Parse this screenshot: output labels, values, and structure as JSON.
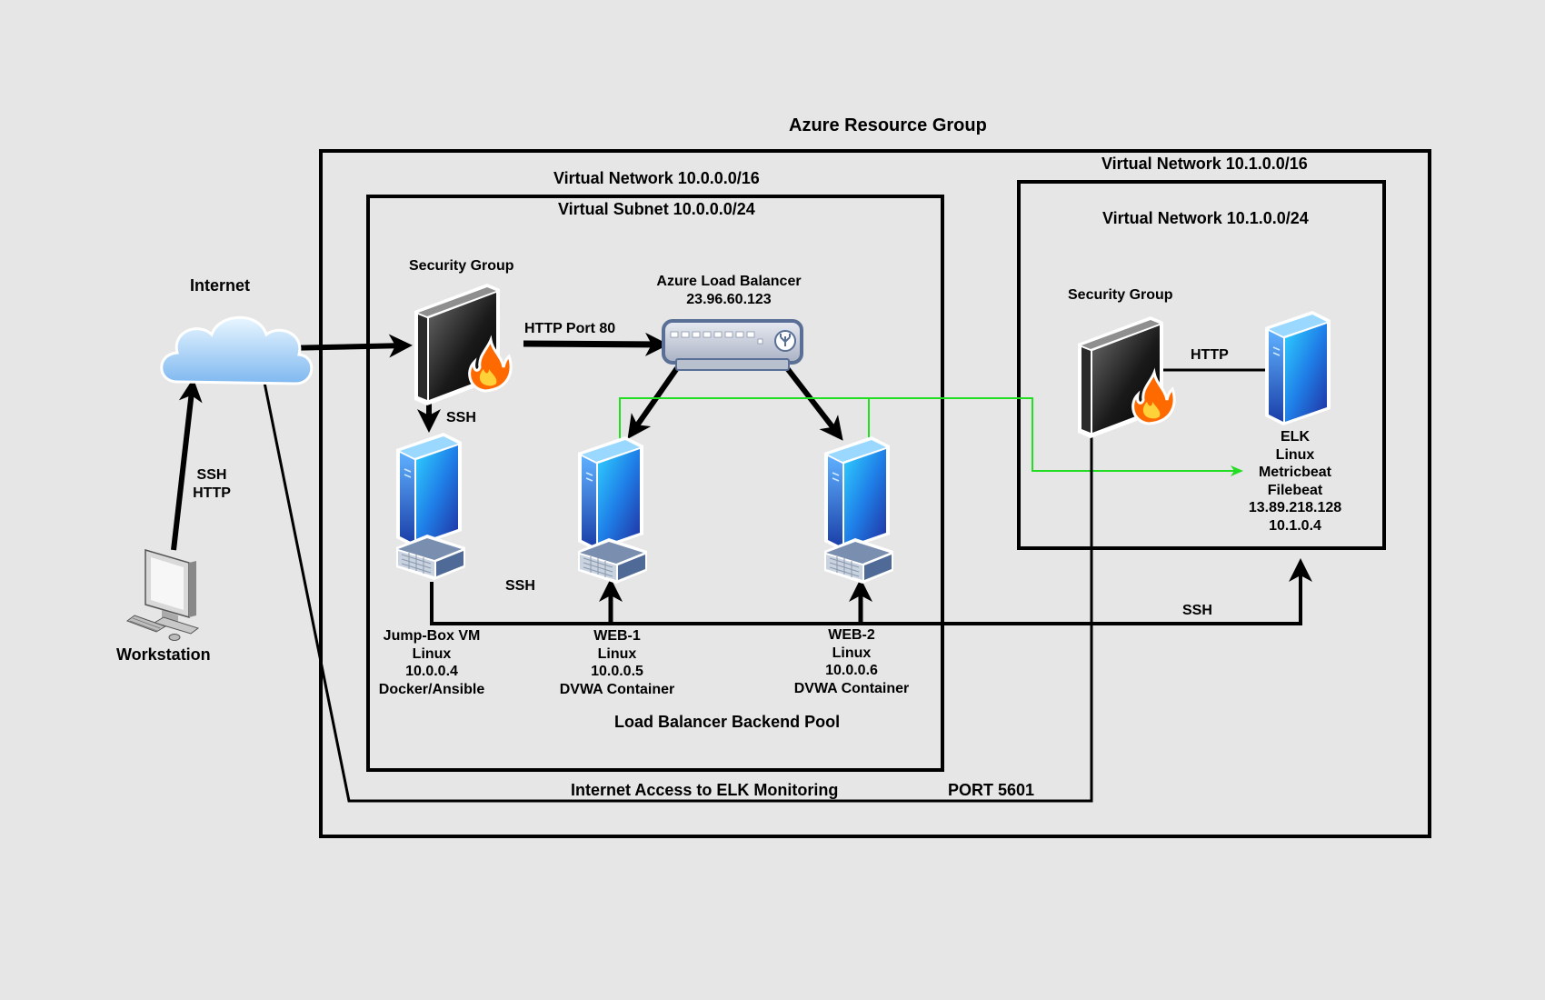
{
  "labels": {
    "resource_group": "Azure Resource Group",
    "vnet_left": "Virtual Network 10.0.0.0/16",
    "subnet_left": "Virtual Subnet 10.0.0.0/24",
    "vnet_right_outer": "Virtual Network 10.1.0.0/16",
    "vnet_right_inner": "Virtual Network 10.1.0.0/24",
    "internet": "Internet",
    "workstation": "Workstation",
    "ssh_http": [
      "SSH",
      "HTTP"
    ],
    "security_group_left": "Security Group",
    "security_group_right": "Security Group",
    "http_port_80": "HTTP Port 80",
    "load_balancer_name": "Azure Load Balancer",
    "load_balancer_ip": "23.96.60.123",
    "ssh_jump": "SSH",
    "ssh_bus": "SSH",
    "ssh_elk": "SSH",
    "http_elk": "HTTP",
    "backend_pool": "Load Balancer Backend Pool",
    "internet_access": "Internet Access to ELK Monitoring",
    "port_5601": "PORT 5601"
  },
  "nodes": {
    "jumpbox": [
      "Jump-Box VM",
      "Linux",
      "10.0.0.4",
      "Docker/Ansible"
    ],
    "web1": [
      "WEB-1",
      "Linux",
      "10.0.0.5",
      "DVWA Container"
    ],
    "web2": [
      "WEB-2",
      "Linux",
      "10.0.0.6",
      "DVWA Container"
    ],
    "elk": [
      "ELK",
      "Linux",
      "Metricbeat",
      "Filebeat",
      "13.89.218.128",
      "10.1.0.4"
    ]
  },
  "icons": {
    "cloud": "cloud-icon",
    "workstation": "workstation-icon",
    "firewall": "firewall-icon",
    "load_balancer": "load-balancer-icon",
    "server": "server-icon"
  },
  "colors": {
    "background": "#e6e6e6",
    "line": "#000000",
    "green_link": "#22dd22",
    "server_blue": "#2f7fe0",
    "cloud_blue": "#8ec8f5"
  }
}
